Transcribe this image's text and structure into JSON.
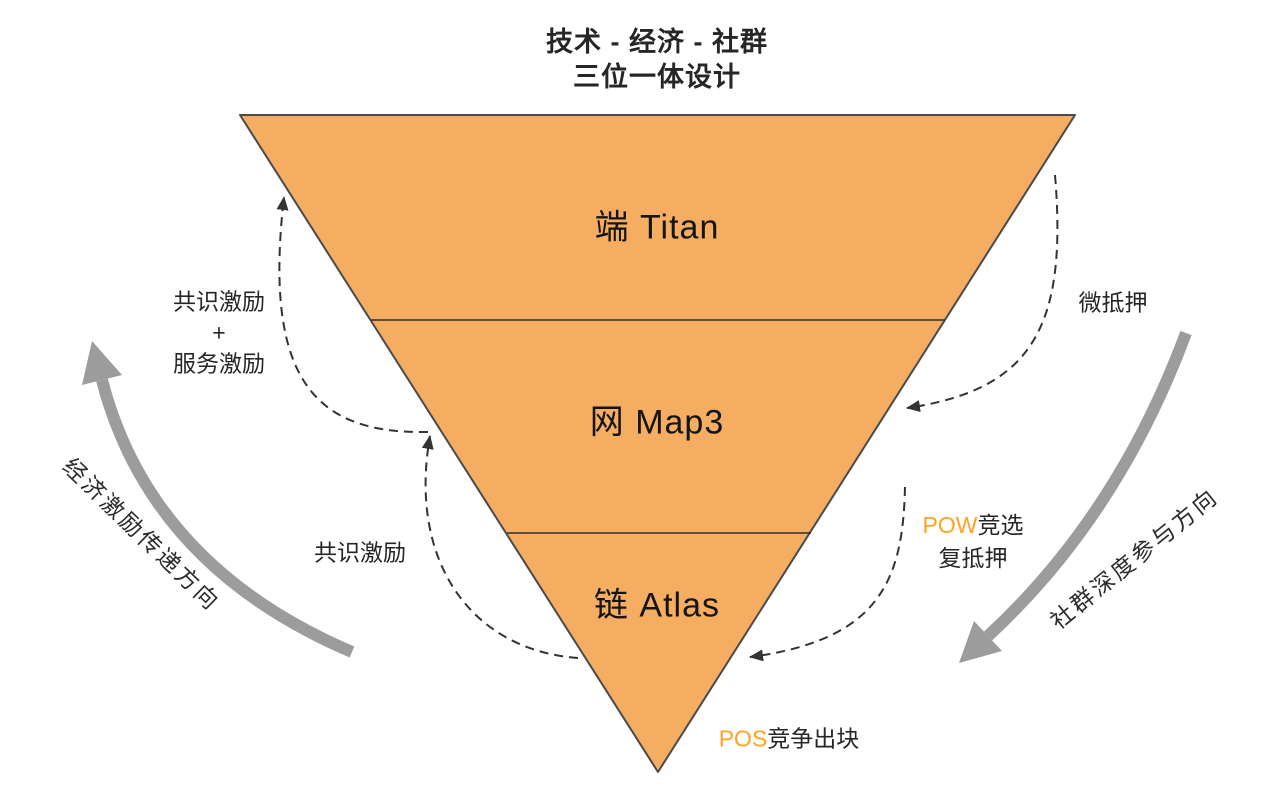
{
  "colors": {
    "pyramid_fill": "#F5AD61",
    "pyramid_stroke": "#4A4A4A",
    "accent_orange": "#FFA21F",
    "flow_arrow_gray": "#9C9C9C",
    "dashed_arrow": "#333333",
    "text_dark": "#262626"
  },
  "title": {
    "line1": "技术 - 经济 - 社群",
    "line2": "三位一体设计"
  },
  "pyramid": {
    "layers": [
      {
        "label": "端 Titan"
      },
      {
        "label": "网 Map3"
      },
      {
        "label": "链 Atlas"
      }
    ]
  },
  "annotations": {
    "consensus_service": {
      "line1": "共识激励",
      "line2": "+",
      "line3": "服务激励"
    },
    "consensus": "共识激励",
    "micro_pledge": "微抵押",
    "pow": {
      "prefix": "POW",
      "suffix": "竞选",
      "line2": "复抵押"
    },
    "pos": {
      "prefix": "POS",
      "suffix": "竞争出块"
    },
    "economic_axis": "经济激励传递方向",
    "community_axis": "社群深度参与方向"
  }
}
